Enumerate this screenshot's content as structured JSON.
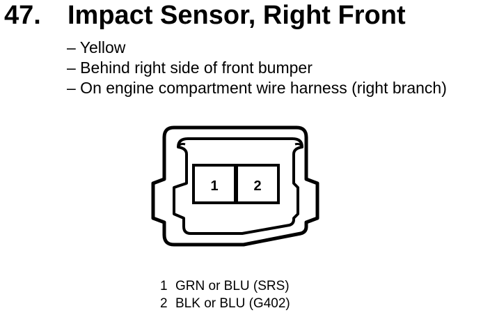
{
  "header": {
    "number": "47.",
    "title": "Impact Sensor, Right Front"
  },
  "details": [
    "– Yellow",
    "– Behind right side of front bumper",
    "– On engine compartment wire harness (right branch)"
  ],
  "connector": {
    "cavities": [
      "1",
      "2"
    ]
  },
  "pins": [
    {
      "num": "1",
      "desc": "GRN or BLU (SRS)"
    },
    {
      "num": "2",
      "desc": "BLK or BLU (G402)"
    }
  ]
}
